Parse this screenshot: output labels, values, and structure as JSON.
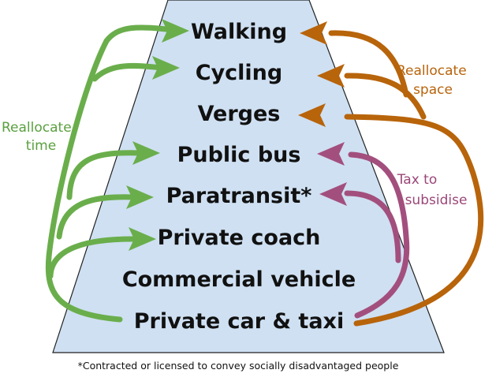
{
  "modes": [
    "Walking",
    "Cycling",
    "Verges",
    "Public bus",
    "Paratransit*",
    "Private coach",
    "Commercial vehicle",
    "Private car & taxi"
  ],
  "annotations": {
    "time_line1": "Reallocate",
    "time_line2": "time",
    "space_line1": "Reallocate",
    "space_line2": "space",
    "tax_line1": "Tax to",
    "tax_line2": "subsidise"
  },
  "footnote": "*Contracted or licensed to convey socially disadvantaged people",
  "colors": {
    "pyramid_fill": "#cfe0f2",
    "pyramid_stroke": "#222222",
    "time_arrows": "#6aae4c",
    "space_arrows": "#b8640b",
    "tax_arrows": "#a34f7e"
  }
}
